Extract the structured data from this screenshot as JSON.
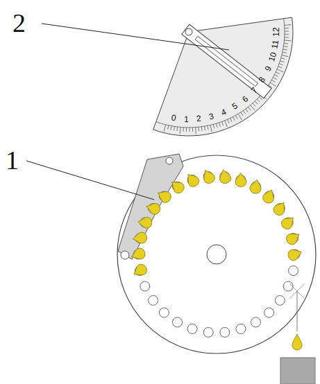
{
  "diagram": {
    "labels": [
      "2",
      "0",
      "1",
      "2",
      "3",
      "4",
      "5",
      "6",
      "7",
      "8",
      "9",
      "10",
      "11",
      "12",
      "1"
    ]
  }
}
